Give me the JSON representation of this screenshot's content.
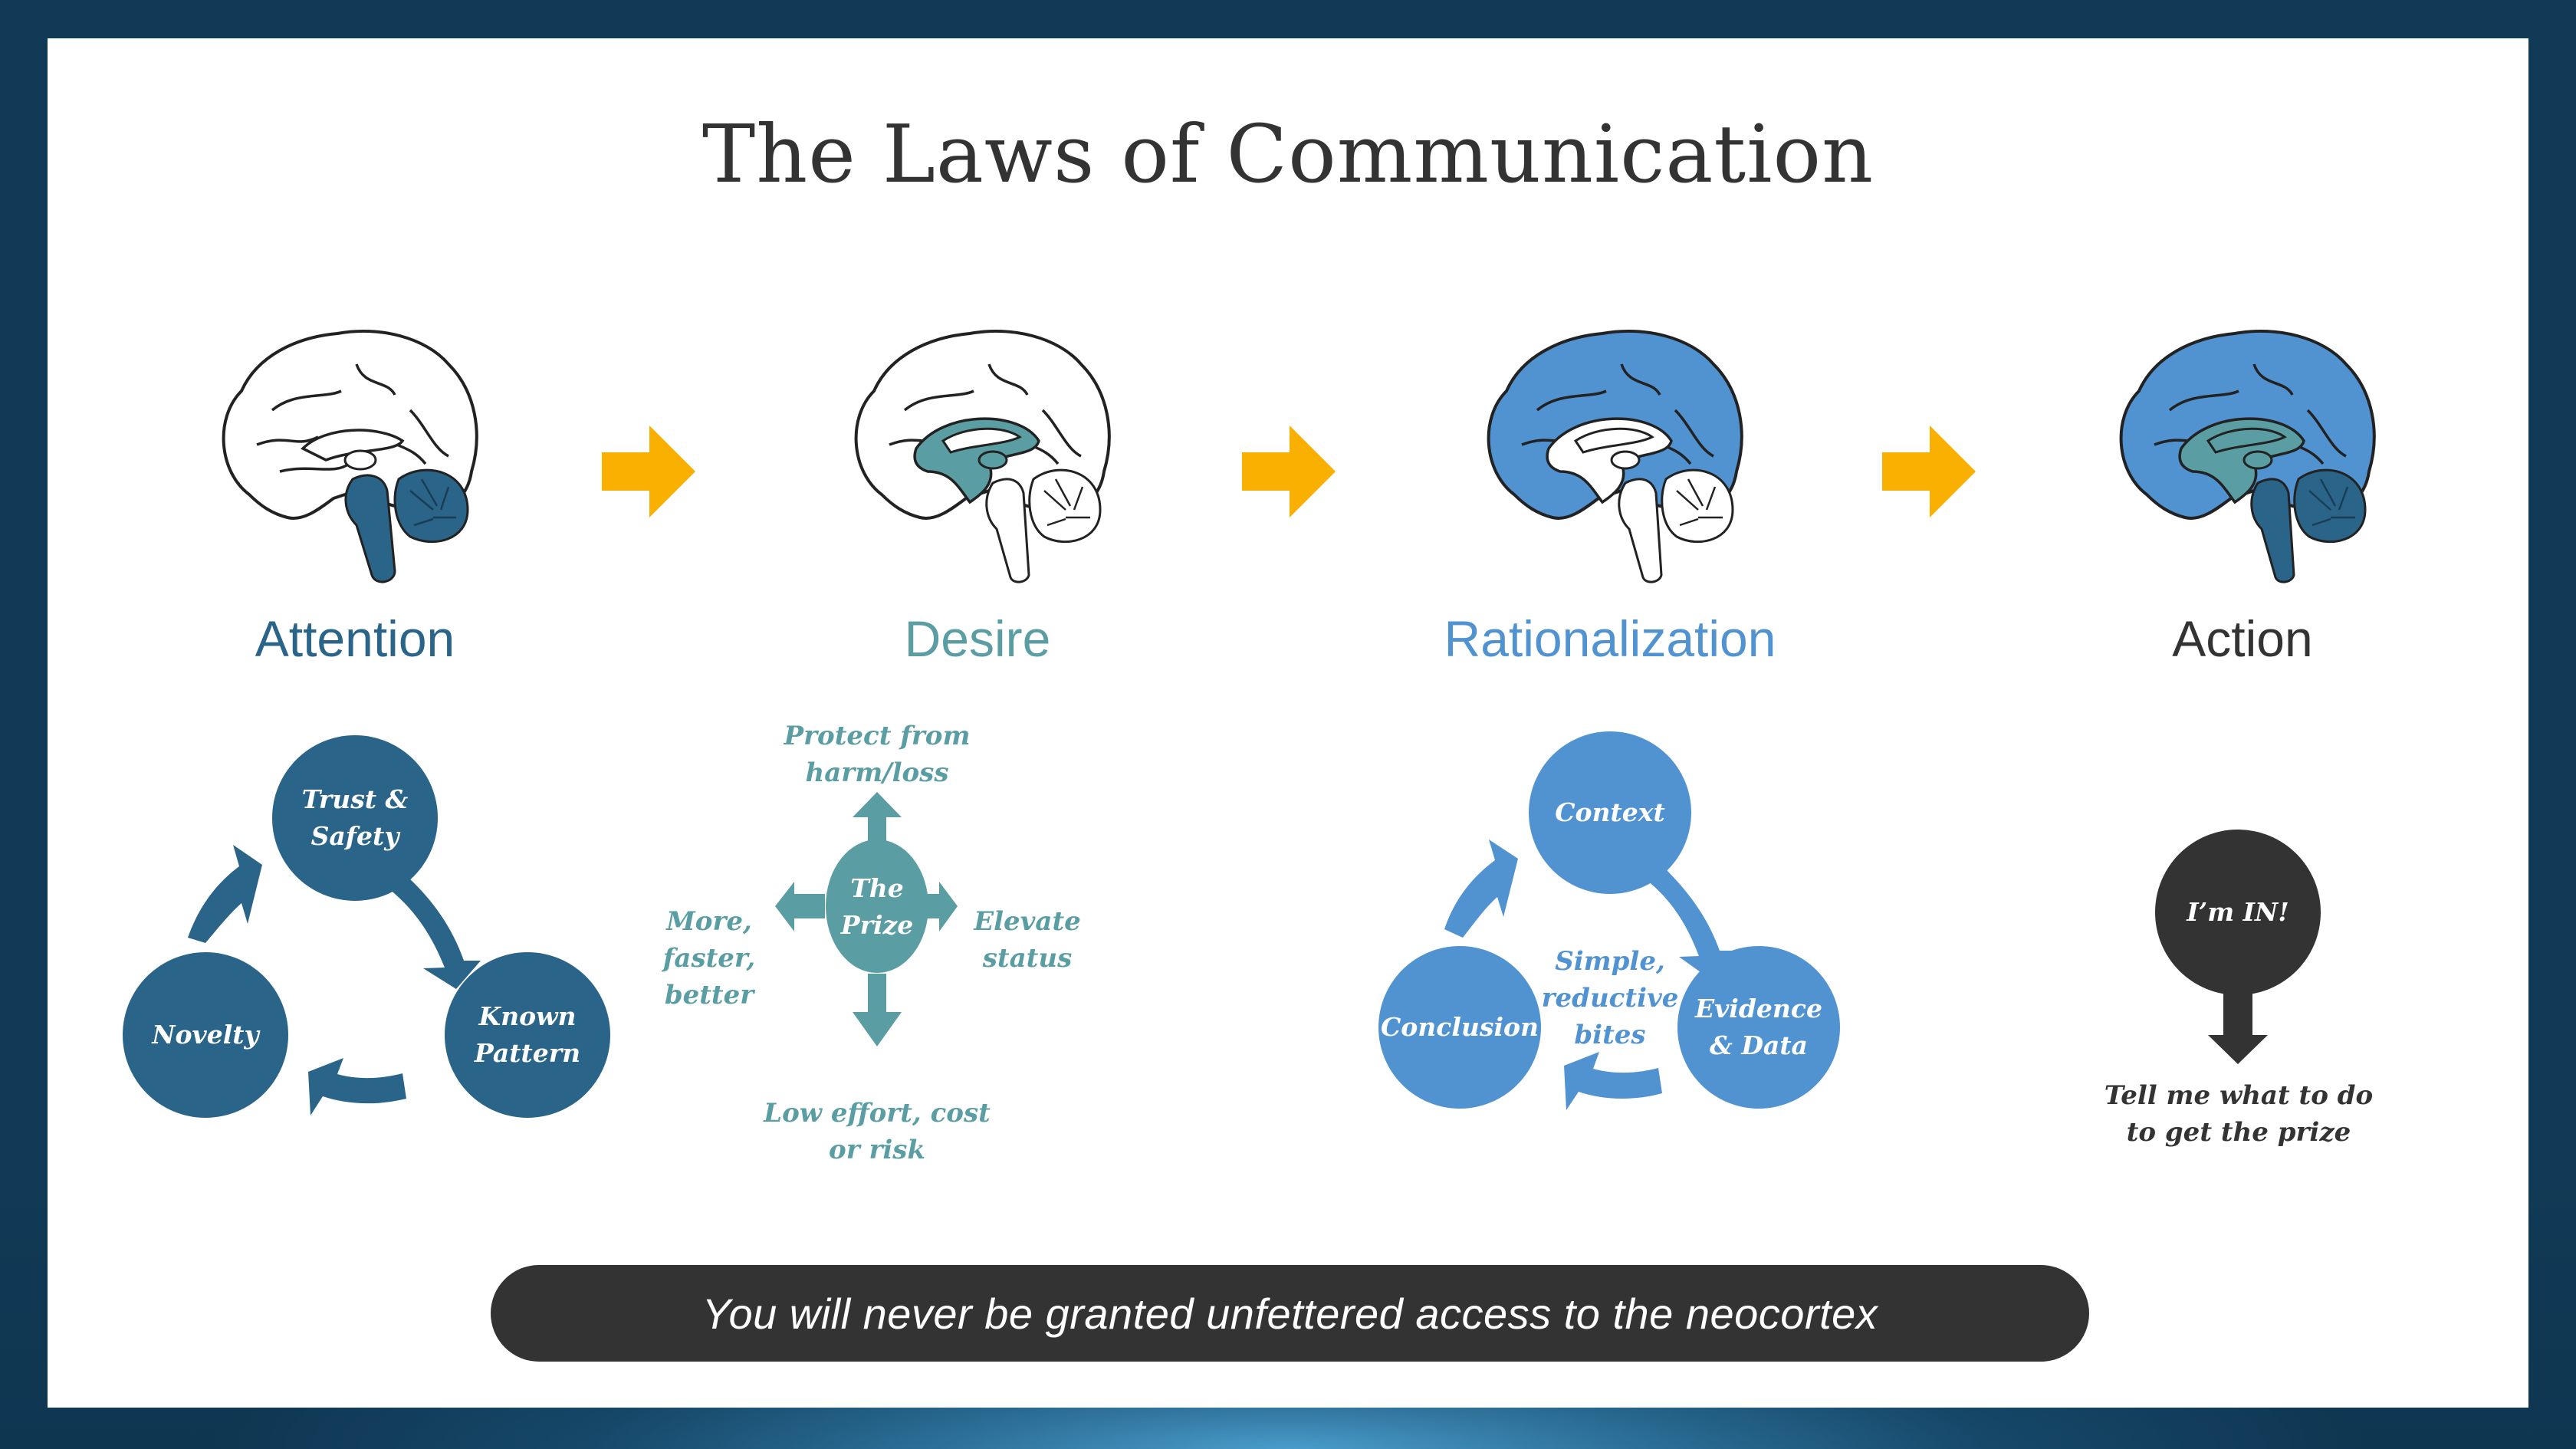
{
  "title": "The Laws of Communication",
  "colors": {
    "attention": "#2a6589",
    "desire": "#5a9ea3",
    "rationalization": "#5193d1",
    "action": "#333333",
    "arrow": "#f9b000",
    "dark": "#333333"
  },
  "stages": [
    {
      "label": "Attention",
      "brain_icon": "brain-brainstem-cerebellum-highlighted-icon"
    },
    {
      "label": "Desire",
      "brain_icon": "brain-limbic-highlighted-icon"
    },
    {
      "label": "Rationalization",
      "brain_icon": "brain-neocortex-highlighted-icon"
    },
    {
      "label": "Action",
      "brain_icon": "brain-fully-highlighted-icon"
    }
  ],
  "flow_arrow_icon": "arrow-right-icon",
  "attention_cycle": {
    "nodes": [
      {
        "line1": "Trust &",
        "line2": "Safety"
      },
      {
        "line1": "Known",
        "line2": "Pattern"
      },
      {
        "line1": "Novelty",
        "line2": ""
      }
    ]
  },
  "desire_diagram": {
    "center": {
      "line1": "The",
      "line2": "Prize"
    },
    "top": {
      "line1": "Protect from",
      "line2": "harm/loss"
    },
    "left": {
      "line1": "More, faster,",
      "line2": "better"
    },
    "right": {
      "line1": "Elevate",
      "line2": "status"
    },
    "bottom": {
      "line1": "Low effort, cost",
      "line2": "or risk"
    }
  },
  "rationalization_cycle": {
    "nodes": [
      {
        "line1": "Context",
        "line2": ""
      },
      {
        "line1": "Evidence",
        "line2": "& Data"
      },
      {
        "line1": "Conclusion",
        "line2": ""
      }
    ],
    "center": {
      "line1": "Simple,",
      "line2": "reductive",
      "line3": "bites"
    }
  },
  "action_diagram": {
    "circle": "I’m IN!",
    "caption": {
      "line1": "Tell me what to do",
      "line2": "to get the prize"
    }
  },
  "banner": "You will never be granted unfettered access to the neocortex"
}
